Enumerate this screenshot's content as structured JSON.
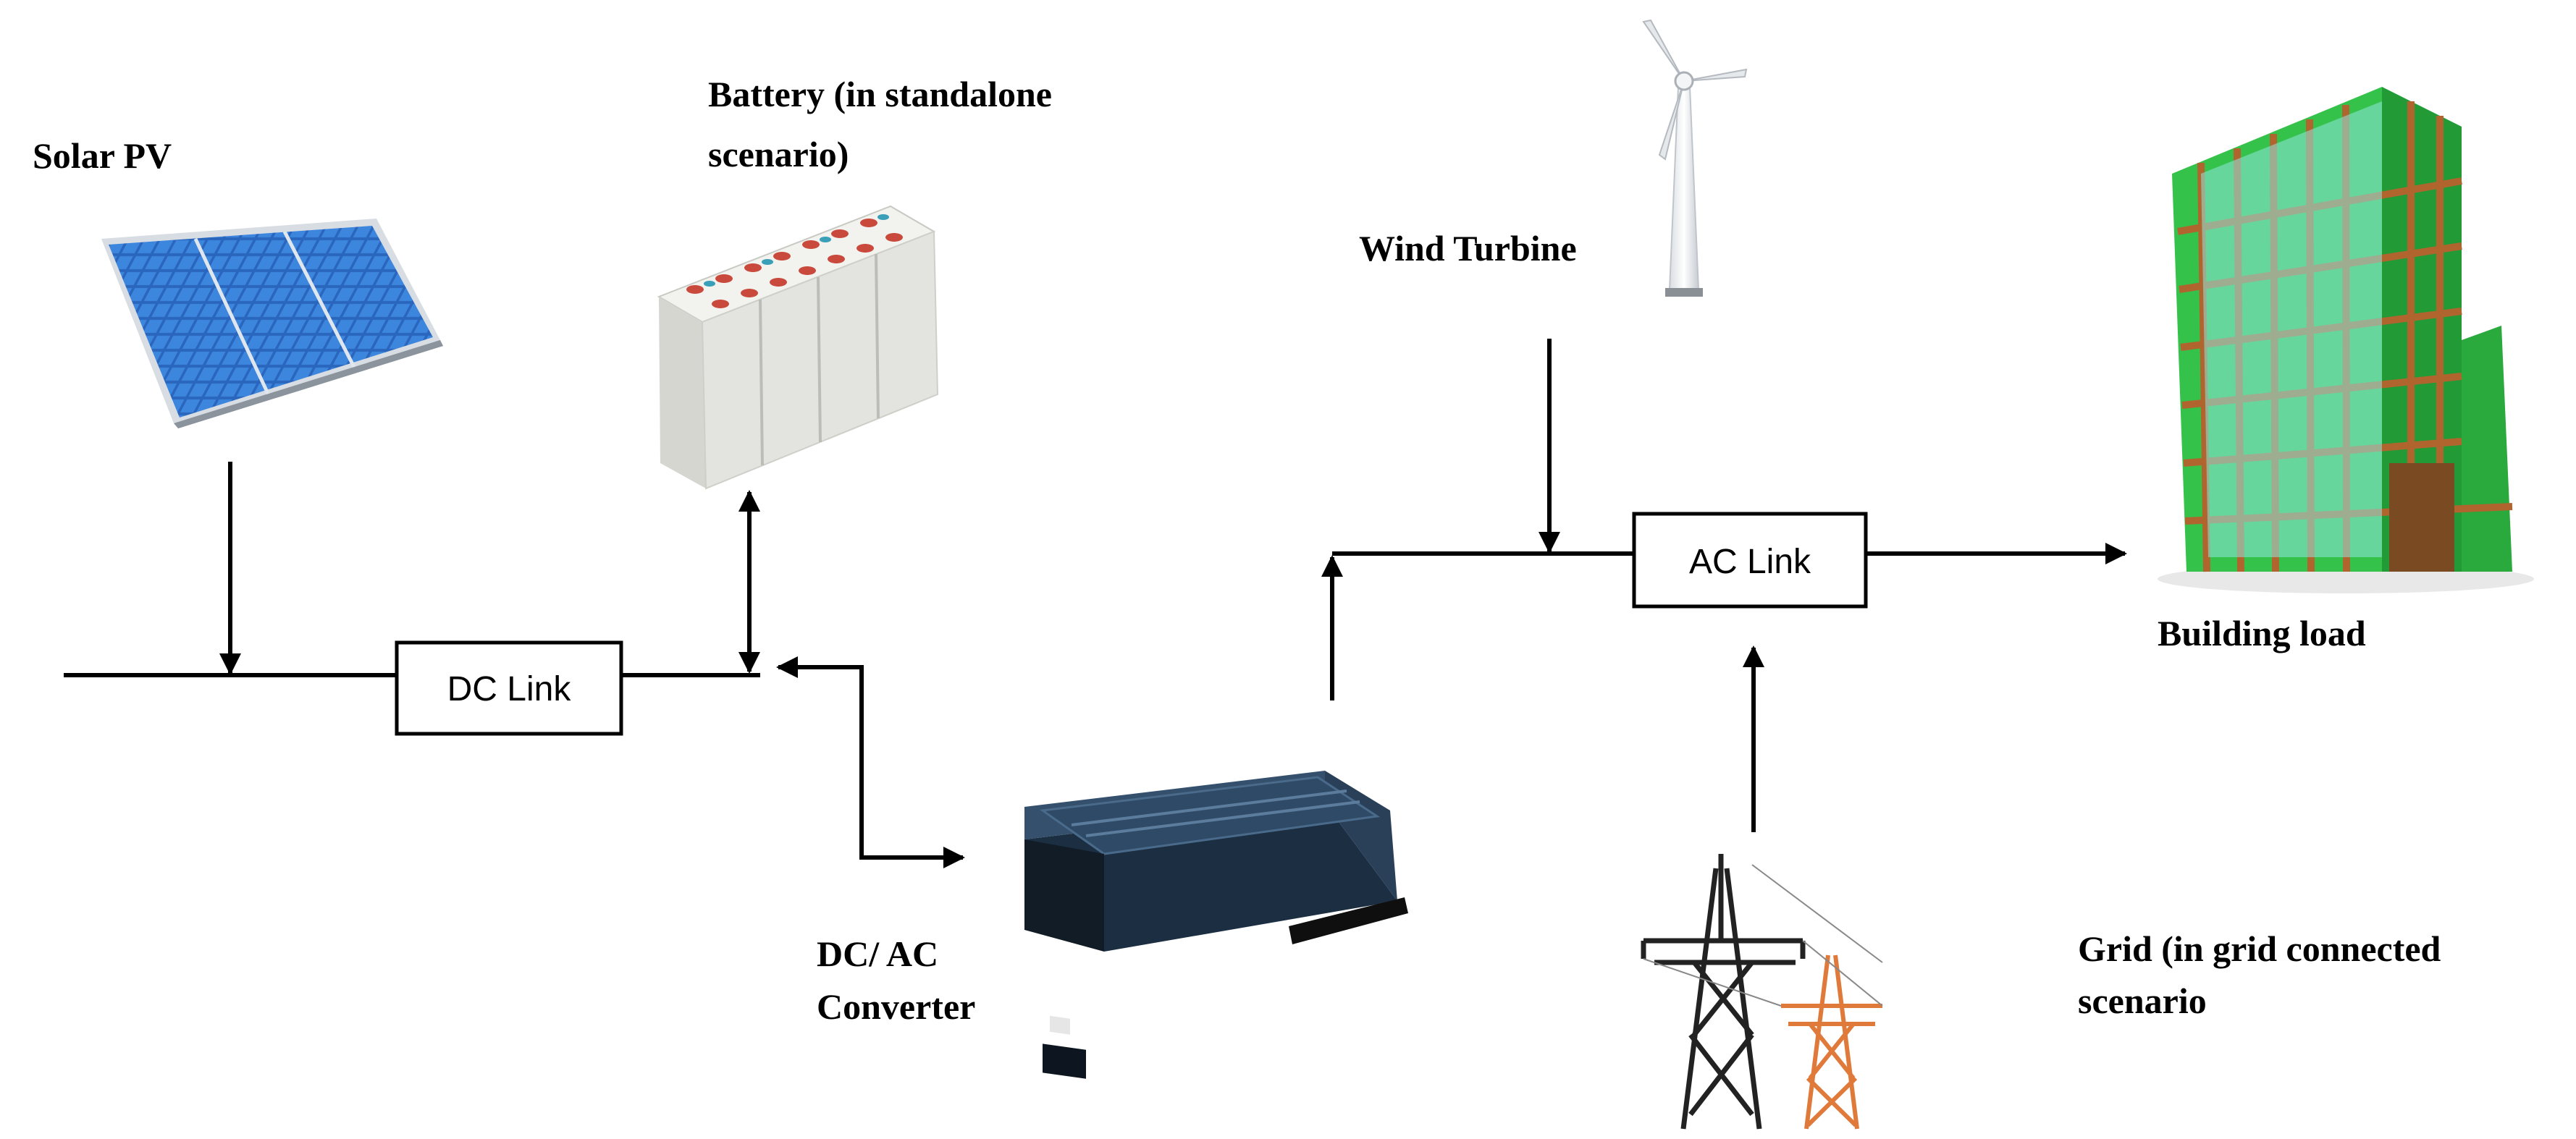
{
  "labels": {
    "solar_pv": "Solar PV",
    "battery_line1": "Battery (in standalone",
    "battery_line2": "scenario)",
    "wind_turbine": "Wind Turbine",
    "building_load": "Building load",
    "dc_ac_line1": "DC/ AC",
    "dc_ac_line2": "Converter",
    "grid_line1": "Grid (in grid connected",
    "grid_line2": "scenario"
  },
  "boxes": {
    "dc_link": "DC Link",
    "ac_link": "AC Link"
  },
  "colors": {
    "line": "#000000",
    "panel_blue": "#2f6fc4",
    "panel_frame": "#c9ced6",
    "battery_body": "#e6e7e3",
    "battery_cap": "#c94a3c",
    "building_green": "#35c24a",
    "building_brown": "#b0652e",
    "building_glass": "#8fe8e0",
    "inverter_body": "#24394f",
    "tower_dark": "#222222",
    "tower_orange": "#e07a3a"
  }
}
